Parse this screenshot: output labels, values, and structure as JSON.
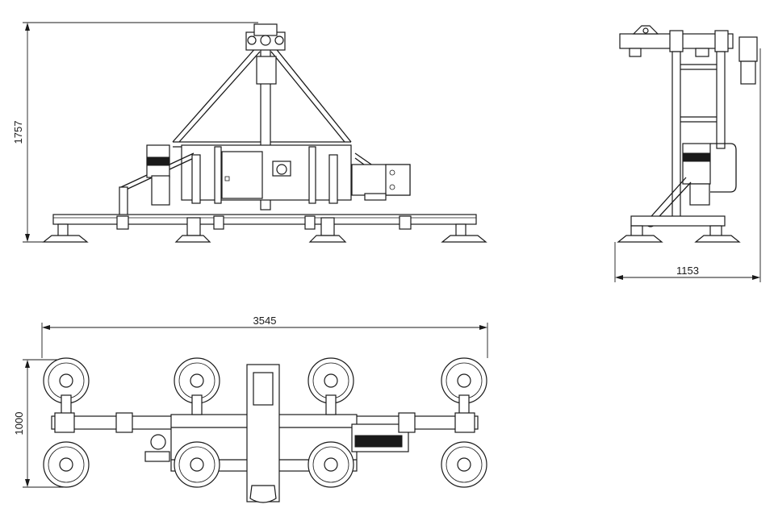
{
  "dimensions": {
    "front_height": "1757",
    "side_width": "1153",
    "top_length": "3545",
    "top_width": "1000"
  }
}
